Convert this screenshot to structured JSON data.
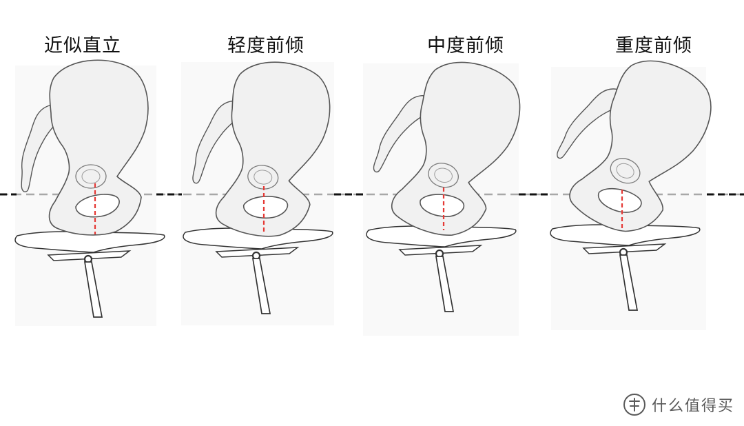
{
  "panels": [
    {
      "title": "近似直立"
    },
    {
      "title": "轻度前倾"
    },
    {
      "title": "中度前倾"
    },
    {
      "title": "重度前倾"
    }
  ],
  "watermark": {
    "text": "什么值得买",
    "icon": "value-logo-icon"
  },
  "colors": {
    "bone_fill": "#f1f1f1",
    "outline": "#555555",
    "reference_line_light": "#a8a8a8",
    "reference_line_dark": "#111111",
    "vertical_marker": "#e53935"
  }
}
